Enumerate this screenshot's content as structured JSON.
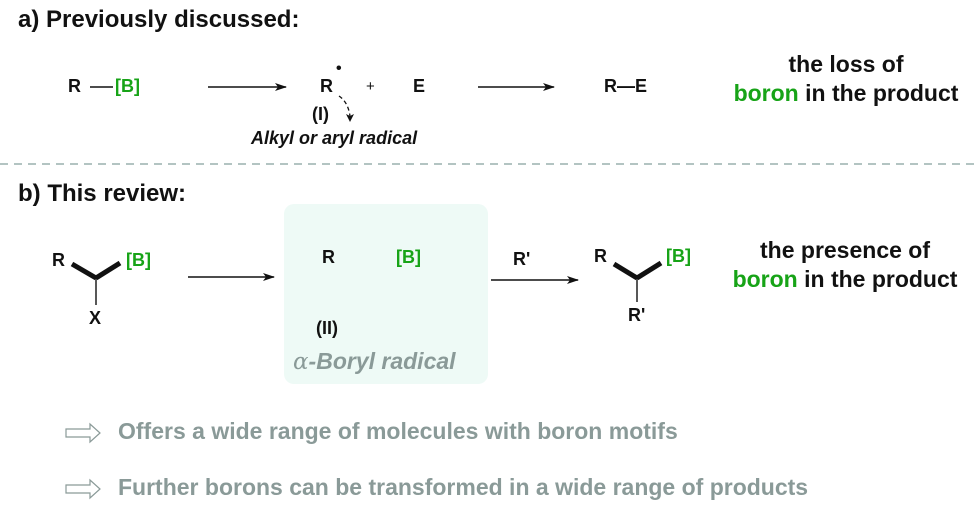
{
  "section_a": {
    "heading": "a) Previously discussed:",
    "reactant": {
      "r": "R",
      "boron": "[B]"
    },
    "intermediate": {
      "r": "R",
      "radical_dot": "•",
      "plus": "+",
      "e": "E",
      "label": "(I)",
      "caption": "Alkyl or aryl radical"
    },
    "product": {
      "text": "R—E"
    },
    "note": {
      "line1": "the loss of",
      "line2_green": "boron",
      "line2_rest": " in the product"
    }
  },
  "section_b": {
    "heading": "b) This review:",
    "reactant": {
      "r": "R",
      "boron": "[B]",
      "x": "X"
    },
    "intermediate": {
      "r": "R",
      "boron": "[B]",
      "label": "(II)",
      "alpha": "α",
      "caption": "-Boryl radical"
    },
    "reagent": "R'",
    "product": {
      "r": "R",
      "boron": "[B]",
      "r_prime": "R'"
    },
    "note": {
      "line1": "the presence of",
      "line2_green": "boron",
      "line2_rest": " in the product"
    }
  },
  "bullets": [
    {
      "icon": "hollow-arrow-icon",
      "text": "Offers a wide range of molecules with boron motifs"
    },
    {
      "icon": "hollow-arrow-icon",
      "text": "Further borons can be transformed in a wide range of products"
    }
  ],
  "colors": {
    "boron_green": "#17a317",
    "caption_grey": "#8a9a98",
    "box_fill": "#eefaf6",
    "divider": "#9ab0ad"
  }
}
